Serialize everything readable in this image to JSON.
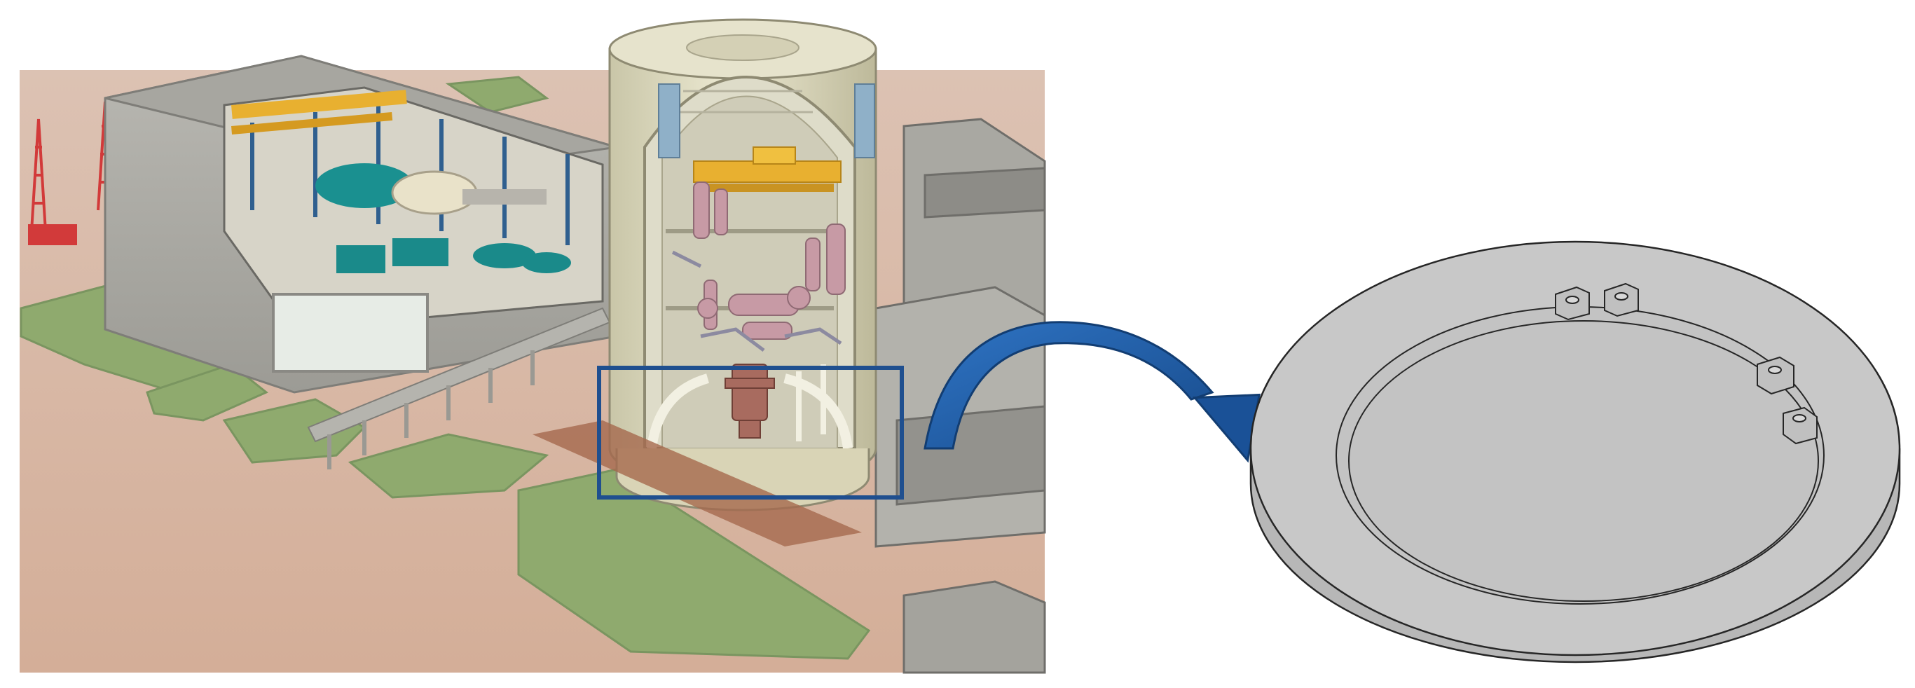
{
  "figure": {
    "panels": [
      {
        "id": "plant-cutaway",
        "depicts": "nuclear-plant-cutaway-illustration"
      },
      {
        "id": "base-slab-model",
        "depicts": "3d-circular-base-slab-model"
      }
    ],
    "callout": {
      "from": "plant-cutaway",
      "to": "base-slab-model",
      "icon": "curved-arrow-icon"
    },
    "colors": {
      "ground": "#d8b9a7",
      "grass": "#8faa6e",
      "concrete": "#c6c4bb",
      "containment": "#e3e0c6",
      "crane": "#e8b030",
      "equipment": "#c79aa5",
      "turbine": "#1a9090",
      "highlight_box": "#1f4f8f",
      "arrow": "#1e5ea8",
      "slab": "#c5c5c5",
      "slab_edge": "#262626"
    }
  }
}
